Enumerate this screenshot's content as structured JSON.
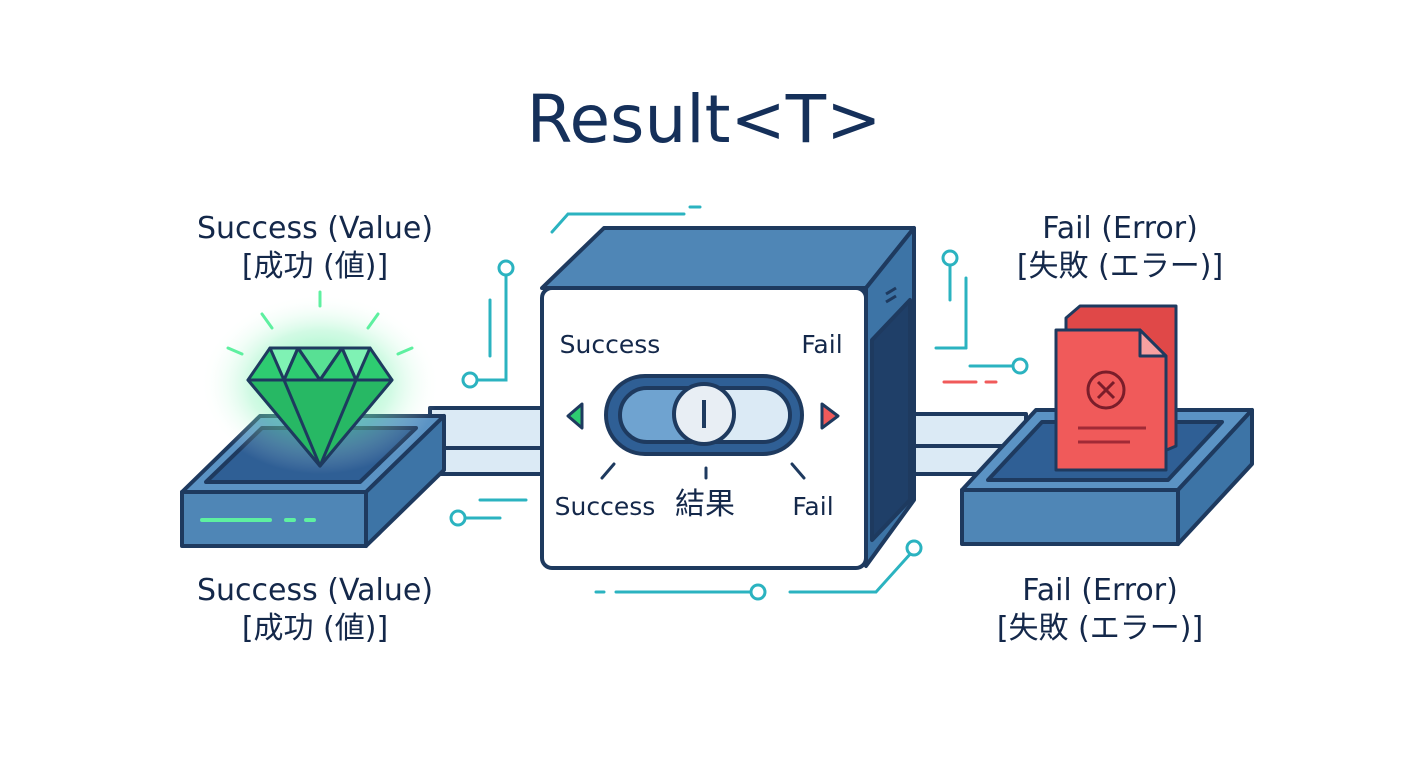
{
  "title": "Result<T>",
  "success_top": {
    "line1": "Success (Value)",
    "line2": "[成功 (値)]"
  },
  "fail_top": {
    "line1": "Fail (Error)",
    "line2": "[失敗 (エラー)]"
  },
  "success_bottom": {
    "line1": "Success (Value)",
    "line2": "[成功 (値)]"
  },
  "fail_bottom": {
    "line1": "Fail (Error)",
    "line2": "[失敗 (エラー)]"
  },
  "switch_box": {
    "top_left": "Success",
    "top_right": "Fail",
    "bottom_left": "Success",
    "bottom_center": "結果",
    "bottom_right": "Fail"
  },
  "colors": {
    "navy": "#1e3a5f",
    "steel_blue": "#4f86b6",
    "light_blue": "#dbeaf5",
    "teal": "#2bb3c0",
    "green": "#2ecc71",
    "red": "#f05a5a"
  },
  "icons": {
    "success_item": "gem-icon",
    "fail_item": "error-document-icon",
    "switch": "toggle-switch-icon"
  }
}
